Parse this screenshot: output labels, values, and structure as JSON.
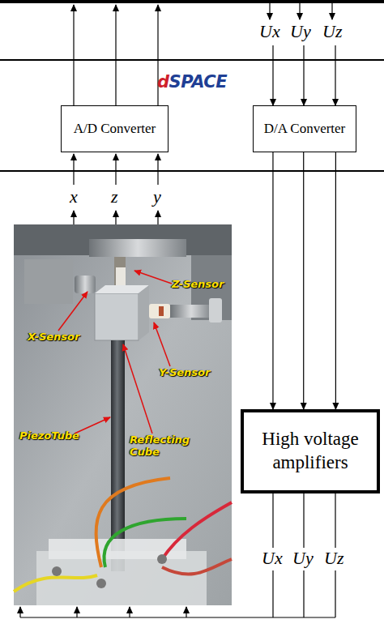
{
  "diagram": {
    "nodes": [
      {
        "text": [
          "dSPACE"
        ]
      },
      {
        "text": [
          "A/D Converter"
        ],
        "in": 0
      },
      {
        "text": [
          "D/A Converter"
        ],
        "in": 0
      },
      {
        "text": [
          "High voltage amplifiers"
        ]
      }
    ],
    "edges": [
      {
        "from": 2,
        "to": 3,
        "arrow": "to"
      },
      {
        "from": 2,
        "to": 3,
        "arrow": "to"
      },
      {
        "from": 2,
        "to": 3,
        "arrow": "to"
      }
    ],
    "labels": [
      "Ux",
      "Uy",
      "Uz",
      "x",
      "z",
      "y",
      "Z-Sensor",
      "X-Sensor",
      "Y-Sensor",
      "PiezoTube",
      "Reflecting Cube",
      "Ux",
      "Uy",
      "Uz"
    ]
  }
}
